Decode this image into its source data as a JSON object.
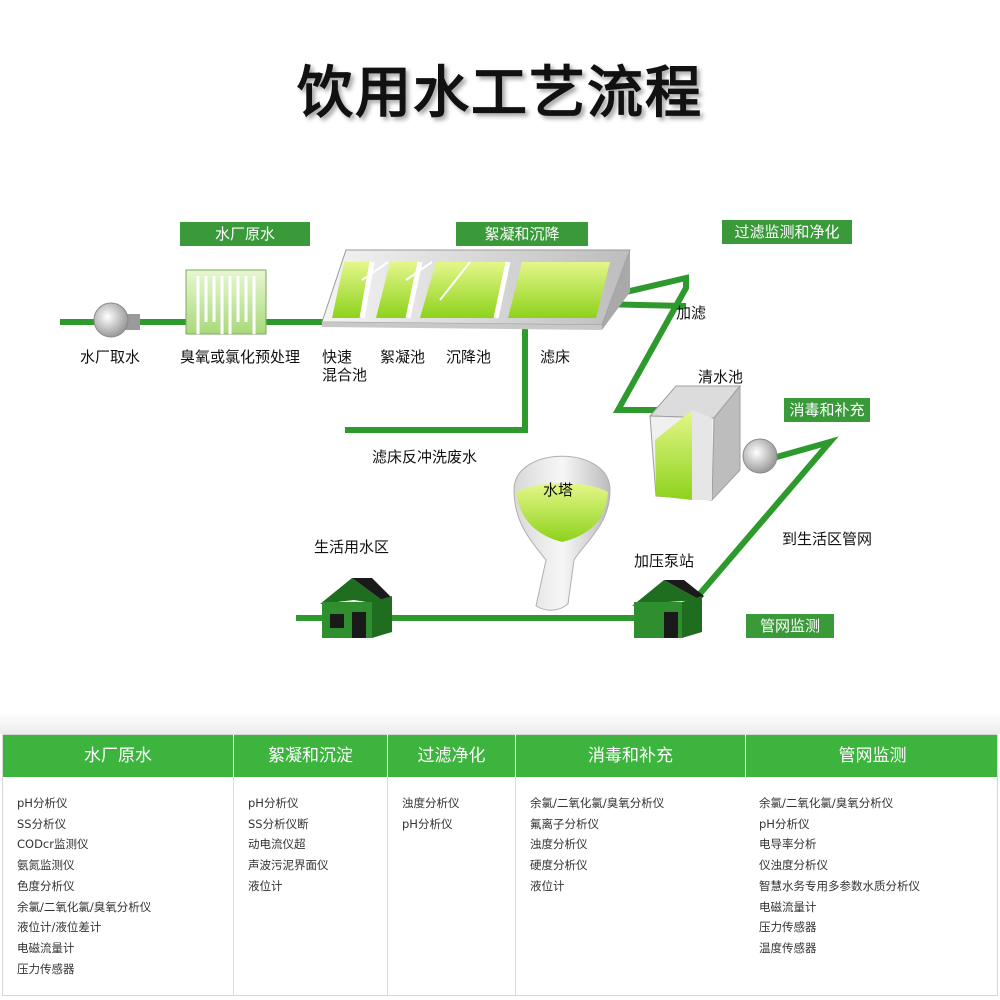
{
  "title": "饮用水工艺流程",
  "tags": {
    "raw": "水厂原水",
    "floc": "絮凝和沉降",
    "filter": "过滤监测和净化",
    "disinfect": "消毒和补充",
    "network": "管网监测"
  },
  "labels": {
    "intake": "水厂取水",
    "pretreat": "臭氧或氯化预处理",
    "rapid_mix_1": "快速",
    "rapid_mix_2": "混合池",
    "flocculation": "絮凝池",
    "sedimentation": "沉降池",
    "filter_bed": "滤床",
    "add_filter": "加滤",
    "backwash": "滤床反冲洗废水",
    "clear_tank": "清水池",
    "water_tower": "水塔",
    "residential": "生活用水区",
    "booster": "加压泵站",
    "to_network": "到生活区管网"
  },
  "colors": {
    "pipe_green": "#2e9a2e",
    "tag_green": "#3a9a3a",
    "header_green": "#3db43d",
    "water_green": "#b5e82a",
    "house_green": "#2f8f2f"
  },
  "table": {
    "headers": [
      "水厂原水",
      "絮凝和沉淀",
      "过滤净化",
      "消毒和补充",
      "管网监测"
    ],
    "columns": [
      [
        "pH分析仪",
        "SS分析仪",
        "CODcr监测仪",
        "氨氮监测仪",
        "色度分析仪",
        "余氯/二氧化氯/臭氧分析仪",
        "液位计/液位差计",
        "电磁流量计",
        "压力传感器"
      ],
      [
        "pH分析仪",
        "SS分析仪断",
        "动电流仪超",
        "声波污泥界面仪",
        "液位计"
      ],
      [
        "浊度分析仪",
        "pH分析仪"
      ],
      [
        "余氯/二氧化氯/臭氧分析仪",
        "氟离子分析仪",
        "浊度分析仪",
        "硬度分析仪",
        "液位计"
      ],
      [
        "余氯/二氧化氯/臭氧分析仪",
        "pH分析仪",
        "电导率分析",
        "仪浊度分析仪",
        "智慧水务专用多参数水质分析仪",
        "电磁流量计",
        "压力传感器",
        "温度传感器"
      ]
    ]
  }
}
